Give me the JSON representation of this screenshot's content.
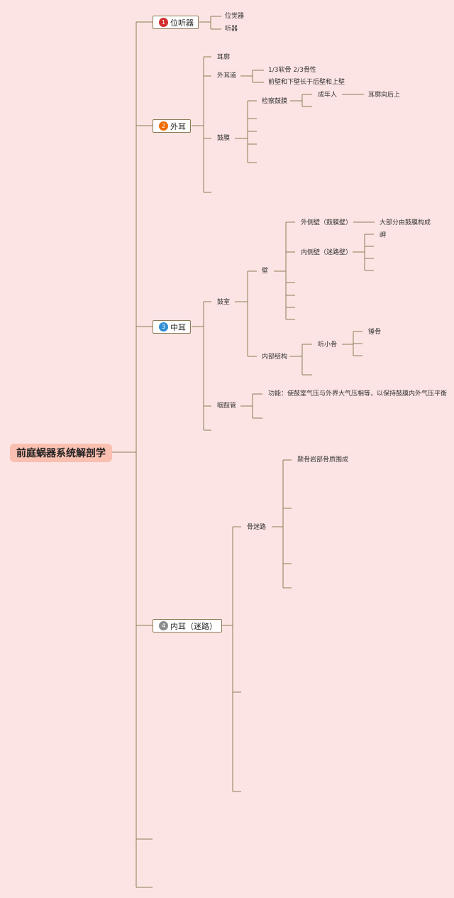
{
  "root": {
    "label": "前庭蜗器系统解剖学"
  },
  "sections": [
    {
      "num": "1",
      "label": "位听器",
      "color": "#d32f2f"
    },
    {
      "num": "2",
      "label": "外耳",
      "color": "#ef6c00"
    },
    {
      "num": "3",
      "label": "中耳",
      "color": "#2f8fd6"
    },
    {
      "num": "4",
      "label": "内耳（迷路）",
      "color": "#8c8c8c"
    }
  ],
  "nodes": {
    "s1_a": "位觉器",
    "s1_b": "听器",
    "s2_auricle": "耳廓",
    "s2_canal": "外耳道",
    "s2_canal_a": "1/3软骨 2/3骨性",
    "s2_canal_b": "前壁和下壁长于后壁和上壁",
    "s2_drum": "鼓膜",
    "s2_exam": "检察鼓膜",
    "s2_adult": "成年人",
    "s2_pull": "耳廓向后上",
    "s3_cavity": "鼓室",
    "s3_wall": "壁",
    "s3_lateral": "外侧壁（鼓膜壁）",
    "s3_lateral_a": "大部分由鼓膜构成",
    "s3_medial": "内侧壁（迷路壁）",
    "s3_promontory": "岬",
    "s3_internal": "内部结构",
    "s3_ossicles": "听小骨",
    "s3_malleus": "锤骨",
    "s3_tube": "咽鼓管",
    "s3_tube_func": "功能：使鼓室气压与外界大气压相等，以保持鼓膜内外气压平衡",
    "s4_bony": "骨迷路",
    "s4_petrous": "颞骨岩部骨质围成"
  },
  "colors": {
    "line": "#8b7b55",
    "background": "#fde4e4",
    "root_fill": "#f9bfb0"
  }
}
